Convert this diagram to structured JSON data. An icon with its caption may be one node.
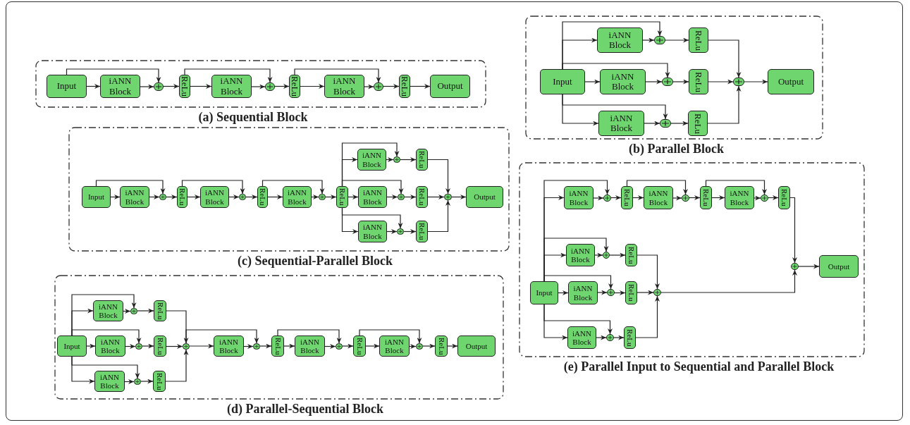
{
  "diagram": {
    "nodes": [
      {
        "text": [
          "(a) Sequential Block"
        ]
      },
      {
        "text": [
          "Input"
        ],
        "in": 0
      },
      {
        "text": [
          "iANN Block"
        ],
        "in": 0
      },
      {
        "text": [],
        "shape": "circle",
        "in": 0
      },
      {
        "text": [
          "ReLu"
        ],
        "in": 0
      },
      {
        "text": [
          "iANN Block"
        ],
        "in": 0
      },
      {
        "text": [],
        "shape": "circle",
        "in": 0
      },
      {
        "text": [
          "ReLu"
        ],
        "in": 0
      },
      {
        "text": [
          "iANN Block"
        ],
        "in": 0
      },
      {
        "text": [],
        "shape": "circle",
        "in": 0
      },
      {
        "text": [
          "ReLu"
        ],
        "in": 0
      },
      {
        "text": [
          "Output"
        ],
        "in": 0
      },
      {
        "text": [
          "(b) Parallel Block"
        ]
      },
      {
        "text": [
          "iANN Block"
        ],
        "in": 12
      },
      {
        "text": [],
        "shape": "circle",
        "in": 12
      },
      {
        "text": [
          "ReLu"
        ],
        "in": 12
      },
      {
        "text": [
          "Input"
        ],
        "in": 12
      },
      {
        "text": [
          "iANN Block"
        ],
        "in": 12
      },
      {
        "text": [],
        "shape": "circle",
        "in": 12
      },
      {
        "text": [
          "ReLu"
        ],
        "in": 12
      },
      {
        "text": [],
        "shape": "circle",
        "in": 12
      },
      {
        "text": [
          "Output"
        ],
        "in": 12
      },
      {
        "text": [
          "iANN Block"
        ],
        "in": 12
      },
      {
        "text": [],
        "shape": "circle",
        "in": 12
      },
      {
        "text": [
          "ReLu"
        ],
        "in": 12
      },
      {
        "text": [
          "(c) Sequential-Parallel Block"
        ]
      },
      {
        "text": [
          "iANN Block"
        ],
        "in": 25
      },
      {
        "text": [],
        "shape": "circle",
        "in": 25
      },
      {
        "text": [
          "ReLu"
        ],
        "in": 25
      },
      {
        "text": [
          "Input"
        ],
        "in": 25
      },
      {
        "text": [
          "iANN Block"
        ],
        "in": 25
      },
      {
        "text": [],
        "shape": "circle",
        "in": 25
      },
      {
        "text": [
          "ReLu"
        ],
        "in": 25
      },
      {
        "text": [
          "iANN Block"
        ],
        "in": 25
      },
      {
        "text": [],
        "shape": "circle",
        "in": 25
      },
      {
        "text": [
          "ReLu"
        ],
        "in": 25
      },
      {
        "text": [
          "iANN Block"
        ],
        "in": 25
      },
      {
        "text": [],
        "shape": "circle",
        "in": 25
      },
      {
        "text": [
          "ReLu"
        ],
        "in": 25
      },
      {
        "text": [
          "iANN Block"
        ],
        "in": 25
      },
      {
        "text": [],
        "shape": "circle",
        "in": 25
      },
      {
        "text": [
          "ReLu"
        ],
        "in": 25
      },
      {
        "text": [],
        "shape": "circle",
        "in": 25
      },
      {
        "text": [
          "Output"
        ],
        "in": 25
      },
      {
        "text": [
          "iANN Block"
        ],
        "in": 25
      },
      {
        "text": [],
        "shape": "circle",
        "in": 25
      },
      {
        "text": [
          "ReLu"
        ],
        "in": 25
      },
      {
        "text": [
          "(d) Parallel-Sequential Block"
        ]
      },
      {
        "text": [
          "iANN Block"
        ],
        "in": 47
      },
      {
        "text": [],
        "shape": "circle",
        "in": 47
      },
      {
        "text": [
          "ReLu"
        ],
        "in": 47
      },
      {
        "text": [
          "Input"
        ],
        "in": 47
      },
      {
        "text": [
          "iANN Block"
        ],
        "in": 47
      },
      {
        "text": [],
        "shape": "circle",
        "in": 47
      },
      {
        "text": [
          "ReLu"
        ],
        "in": 47
      },
      {
        "text": [],
        "shape": "circle",
        "in": 47
      },
      {
        "text": [
          "iANN Block"
        ],
        "in": 47
      },
      {
        "text": [],
        "shape": "circle",
        "in": 47
      },
      {
        "text": [
          "ReLu"
        ],
        "in": 47
      },
      {
        "text": [
          "iANN Block"
        ],
        "in": 47
      },
      {
        "text": [],
        "shape": "circle",
        "in": 47
      },
      {
        "text": [
          "ReLu"
        ],
        "in": 47
      },
      {
        "text": [
          "iANN Block"
        ],
        "in": 47
      },
      {
        "text": [],
        "shape": "circle",
        "in": 47
      },
      {
        "text": [
          "ReLu"
        ],
        "in": 47
      },
      {
        "text": [
          "Output"
        ],
        "in": 47
      },
      {
        "text": [
          "iANN Block"
        ],
        "in": 47
      },
      {
        "text": [],
        "shape": "circle",
        "in": 47
      },
      {
        "text": [
          "ReLu"
        ],
        "in": 47
      },
      {
        "text": [
          "(e) Parallel Input to Sequential and Parallel Block"
        ]
      },
      {
        "text": [
          "iANN Block"
        ],
        "in": 69
      },
      {
        "text": [],
        "shape": "circle",
        "in": 69
      },
      {
        "text": [
          "ReLu"
        ],
        "in": 69
      },
      {
        "text": [
          "iANN Block"
        ],
        "in": 69
      },
      {
        "text": [],
        "shape": "circle",
        "in": 69
      },
      {
        "text": [
          "ReLu"
        ],
        "in": 69
      },
      {
        "text": [
          "iANN Block"
        ],
        "in": 69
      },
      {
        "text": [],
        "shape": "circle",
        "in": 69
      },
      {
        "text": [
          "ReLu"
        ],
        "in": 69
      },
      {
        "text": [
          "iANN Block"
        ],
        "in": 69
      },
      {
        "text": [],
        "shape": "circle",
        "in": 69
      },
      {
        "text": [
          "ReLu"
        ],
        "in": 69
      },
      {
        "text": [],
        "shape": "circle",
        "in": 69
      },
      {
        "text": [
          "Output"
        ],
        "in": 69
      },
      {
        "text": [
          "Input"
        ],
        "in": 69
      },
      {
        "text": [
          "iANN Block"
        ],
        "in": 69
      },
      {
        "text": [],
        "shape": "circle",
        "in": 69
      },
      {
        "text": [
          "ReLu"
        ],
        "in": 69
      },
      {
        "text": [],
        "shape": "circle",
        "in": 69
      },
      {
        "text": [
          "iANN Block"
        ],
        "in": 69
      },
      {
        "text": [],
        "shape": "circle",
        "in": 69
      },
      {
        "text": [
          "ReLu"
        ],
        "in": 69
      }
    ],
    "edges": [
      {
        "from": 1,
        "to": 2,
        "arrow": "to"
      },
      {
        "from": 2,
        "to": 3,
        "arrow": "to"
      },
      {
        "from": 1,
        "to": 3,
        "arrow": "to"
      },
      {
        "from": 3,
        "to": 4,
        "arrow": "to"
      },
      {
        "from": 4,
        "to": 5,
        "arrow": "to"
      },
      {
        "from": 5,
        "to": 6,
        "arrow": "to"
      },
      {
        "from": 4,
        "to": 6,
        "arrow": "to"
      },
      {
        "from": 6,
        "to": 7,
        "arrow": "to"
      },
      {
        "from": 7,
        "to": 8,
        "arrow": "to"
      },
      {
        "from": 8,
        "to": 9,
        "arrow": "to"
      },
      {
        "from": 7,
        "to": 9,
        "arrow": "to"
      },
      {
        "from": 9,
        "to": 10,
        "arrow": "to"
      },
      {
        "from": 10,
        "to": 11,
        "arrow": "to"
      },
      {
        "from": 16,
        "to": 13,
        "arrow": "to"
      },
      {
        "from": 16,
        "to": 14,
        "arrow": "to"
      },
      {
        "from": 13,
        "to": 14,
        "arrow": "to"
      },
      {
        "from": 14,
        "to": 15,
        "arrow": "to"
      },
      {
        "from": 15,
        "to": 20,
        "arrow": "to"
      },
      {
        "from": 16,
        "to": 17,
        "arrow": "to"
      },
      {
        "from": 16,
        "to": 18,
        "arrow": "to"
      },
      {
        "from": 17,
        "to": 18,
        "arrow": "to"
      },
      {
        "from": 18,
        "to": 19,
        "arrow": "to"
      },
      {
        "from": 19,
        "to": 20,
        "arrow": "to"
      },
      {
        "from": 16,
        "to": 22,
        "arrow": "to"
      },
      {
        "from": 16,
        "to": 23,
        "arrow": "to"
      },
      {
        "from": 22,
        "to": 23,
        "arrow": "to"
      },
      {
        "from": 23,
        "to": 24,
        "arrow": "to"
      },
      {
        "from": 24,
        "to": 20,
        "arrow": "to"
      },
      {
        "from": 20,
        "to": 21,
        "arrow": "to"
      },
      {
        "from": 29,
        "to": 30,
        "arrow": "to"
      },
      {
        "from": 30,
        "to": 31,
        "arrow": "to"
      },
      {
        "from": 29,
        "to": 31,
        "arrow": "to"
      },
      {
        "from": 31,
        "to": 32,
        "arrow": "to"
      },
      {
        "from": 32,
        "to": 33,
        "arrow": "to"
      },
      {
        "from": 33,
        "to": 34,
        "arrow": "to"
      },
      {
        "from": 32,
        "to": 34,
        "arrow": "to"
      },
      {
        "from": 34,
        "to": 35,
        "arrow": "to"
      },
      {
        "from": 35,
        "to": 36,
        "arrow": "to"
      },
      {
        "from": 36,
        "to": 37,
        "arrow": "to"
      },
      {
        "from": 35,
        "to": 37,
        "arrow": "to"
      },
      {
        "from": 37,
        "to": 38,
        "arrow": "to"
      },
      {
        "from": 38,
        "to": 26,
        "arrow": "to"
      },
      {
        "from": 38,
        "to": 27,
        "arrow": "to"
      },
      {
        "from": 26,
        "to": 27,
        "arrow": "to"
      },
      {
        "from": 27,
        "to": 28,
        "arrow": "to"
      },
      {
        "from": 28,
        "to": 42,
        "arrow": "to"
      },
      {
        "from": 38,
        "to": 39,
        "arrow": "to"
      },
      {
        "from": 38,
        "to": 40,
        "arrow": "to"
      },
      {
        "from": 39,
        "to": 40,
        "arrow": "to"
      },
      {
        "from": 40,
        "to": 41,
        "arrow": "to"
      },
      {
        "from": 41,
        "to": 42,
        "arrow": "to"
      },
      {
        "from": 38,
        "to": 44,
        "arrow": "to"
      },
      {
        "from": 38,
        "to": 45,
        "arrow": "to"
      },
      {
        "from": 44,
        "to": 45,
        "arrow": "to"
      },
      {
        "from": 45,
        "to": 46,
        "arrow": "to"
      },
      {
        "from": 46,
        "to": 42,
        "arrow": "to"
      },
      {
        "from": 42,
        "to": 43,
        "arrow": "to"
      },
      {
        "from": 51,
        "to": 48,
        "arrow": "to"
      },
      {
        "from": 51,
        "to": 49,
        "arrow": "to"
      },
      {
        "from": 48,
        "to": 49,
        "arrow": "to"
      },
      {
        "from": 49,
        "to": 50,
        "arrow": "to"
      },
      {
        "from": 50,
        "to": 55,
        "arrow": "to"
      },
      {
        "from": 51,
        "to": 52,
        "arrow": "to"
      },
      {
        "from": 51,
        "to": 53,
        "arrow": "to"
      },
      {
        "from": 52,
        "to": 53,
        "arrow": "to"
      },
      {
        "from": 53,
        "to": 54,
        "arrow": "to"
      },
      {
        "from": 54,
        "to": 55,
        "arrow": "to"
      },
      {
        "from": 51,
        "to": 66,
        "arrow": "to"
      },
      {
        "from": 51,
        "to": 67,
        "arrow": "to"
      },
      {
        "from": 66,
        "to": 67,
        "arrow": "to"
      },
      {
        "from": 67,
        "to": 68,
        "arrow": "to"
      },
      {
        "from": 68,
        "to": 55,
        "arrow": "to"
      },
      {
        "from": 55,
        "to": 56,
        "arrow": "to"
      },
      {
        "from": 56,
        "to": 57,
        "arrow": "to"
      },
      {
        "from": 55,
        "to": 57,
        "arrow": "to"
      },
      {
        "from": 57,
        "to": 58,
        "arrow": "to"
      },
      {
        "from": 58,
        "to": 59,
        "arrow": "to"
      },
      {
        "from": 59,
        "to": 60,
        "arrow": "to"
      },
      {
        "from": 58,
        "to": 60,
        "arrow": "to"
      },
      {
        "from": 60,
        "to": 61,
        "arrow": "to"
      },
      {
        "from": 61,
        "to": 62,
        "arrow": "to"
      },
      {
        "from": 62,
        "to": 63,
        "arrow": "to"
      },
      {
        "from": 61,
        "to": 63,
        "arrow": "to"
      },
      {
        "from": 63,
        "to": 64,
        "arrow": "to"
      },
      {
        "from": 64,
        "to": 65,
        "arrow": "to"
      },
      {
        "from": 84,
        "to": 70,
        "arrow": "to"
      },
      {
        "from": 84,
        "to": 71,
        "arrow": "to"
      },
      {
        "from": 70,
        "to": 71,
        "arrow": "to"
      },
      {
        "from": 71,
        "to": 72,
        "arrow": "to"
      },
      {
        "from": 72,
        "to": 73,
        "arrow": "to"
      },
      {
        "from": 73,
        "to": 74,
        "arrow": "to"
      },
      {
        "from": 72,
        "to": 74,
        "arrow": "to"
      },
      {
        "from": 74,
        "to": 75,
        "arrow": "to"
      },
      {
        "from": 75,
        "to": 76,
        "arrow": "to"
      },
      {
        "from": 76,
        "to": 77,
        "arrow": "to"
      },
      {
        "from": 75,
        "to": 77,
        "arrow": "to"
      },
      {
        "from": 77,
        "to": 78,
        "arrow": "to"
      },
      {
        "from": 78,
        "to": 82,
        "arrow": "to"
      },
      {
        "from": 84,
        "to": 79,
        "arrow": "to"
      },
      {
        "from": 84,
        "to": 80,
        "arrow": "to"
      },
      {
        "from": 79,
        "to": 80,
        "arrow": "to"
      },
      {
        "from": 80,
        "to": 81,
        "arrow": "to"
      },
      {
        "from": 81,
        "to": 88,
        "arrow": "to"
      },
      {
        "from": 84,
        "to": 85,
        "arrow": "to"
      },
      {
        "from": 84,
        "to": 86,
        "arrow": "to"
      },
      {
        "from": 85,
        "to": 86,
        "arrow": "to"
      },
      {
        "from": 86,
        "to": 87,
        "arrow": "to"
      },
      {
        "from": 87,
        "to": 88,
        "arrow": "to"
      },
      {
        "from": 84,
        "to": 89,
        "arrow": "to"
      },
      {
        "from": 84,
        "to": 90,
        "arrow": "to"
      },
      {
        "from": 89,
        "to": 90,
        "arrow": "to"
      },
      {
        "from": 90,
        "to": 91,
        "arrow": "to"
      },
      {
        "from": 91,
        "to": 88,
        "arrow": "to"
      },
      {
        "from": 88,
        "to": 82,
        "arrow": "to"
      },
      {
        "from": 82,
        "to": 83,
        "arrow": "to"
      }
    ]
  }
}
